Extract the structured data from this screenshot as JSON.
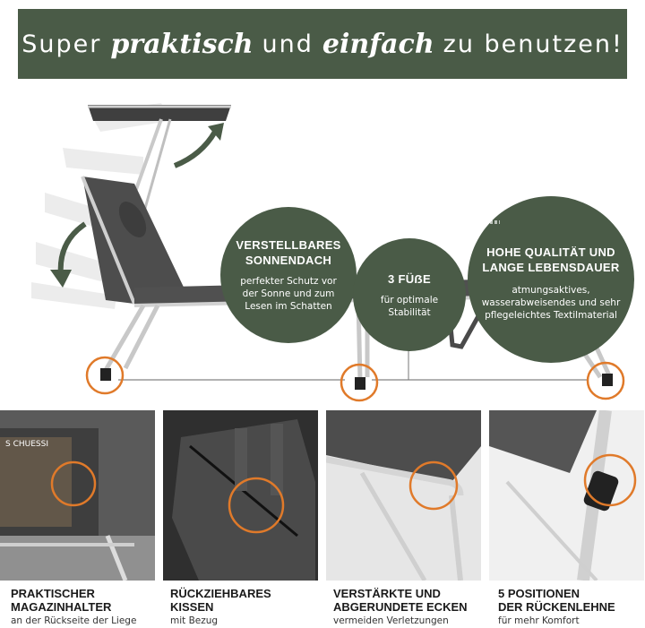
{
  "banner": {
    "part1": "Super",
    "part2": "praktisch",
    "part3": "und",
    "part4": "einfach",
    "part5": "zu benutzen!"
  },
  "features": [
    {
      "title_line1": "VERSTELLBARES",
      "title_line2": "SONNENDACH",
      "desc": "perfekter Schutz vor der Sonne und zum Lesen im Schatten"
    },
    {
      "title_line1": "3 FÜẞE",
      "desc": "für optimale Stabilität"
    },
    {
      "title_line1": "HOHE QUALITÄT UND",
      "title_line2": "LANGE LEBENSDAUER",
      "desc": "atmungsaktives, wasserabweisendes und sehr pflegeleichtes Textilmaterial",
      "icons": [
        "sun-uv-icon",
        "water-drops-icon"
      ],
      "uv_label": "UV"
    }
  ],
  "magazine_label": "S CHUESSI",
  "details": [
    {
      "title_line1": "PRAKTISCHER",
      "title_line2": "MAGAZINHALTER",
      "sub": "an der Rückseite der Liege"
    },
    {
      "title_line1": "RÜCKZIEHBARES",
      "title_line2": "KISSEN",
      "sub": "mit Bezug"
    },
    {
      "title_line1": "VERSTÄRKTE UND",
      "title_line2": "ABGERUNDETE ECKEN",
      "sub": "vermeiden Verletzungen"
    },
    {
      "title_line1": "5 POSITIONEN",
      "title_line2": "DER RÜCKENLEHNE",
      "sub": "für mehr Komfort"
    }
  ],
  "colors": {
    "brand_green": "#4a5b47",
    "highlight_orange": "#e07a2a",
    "fabric_gray": "#4d4d4d",
    "frame_silver": "#c8c8c8"
  }
}
